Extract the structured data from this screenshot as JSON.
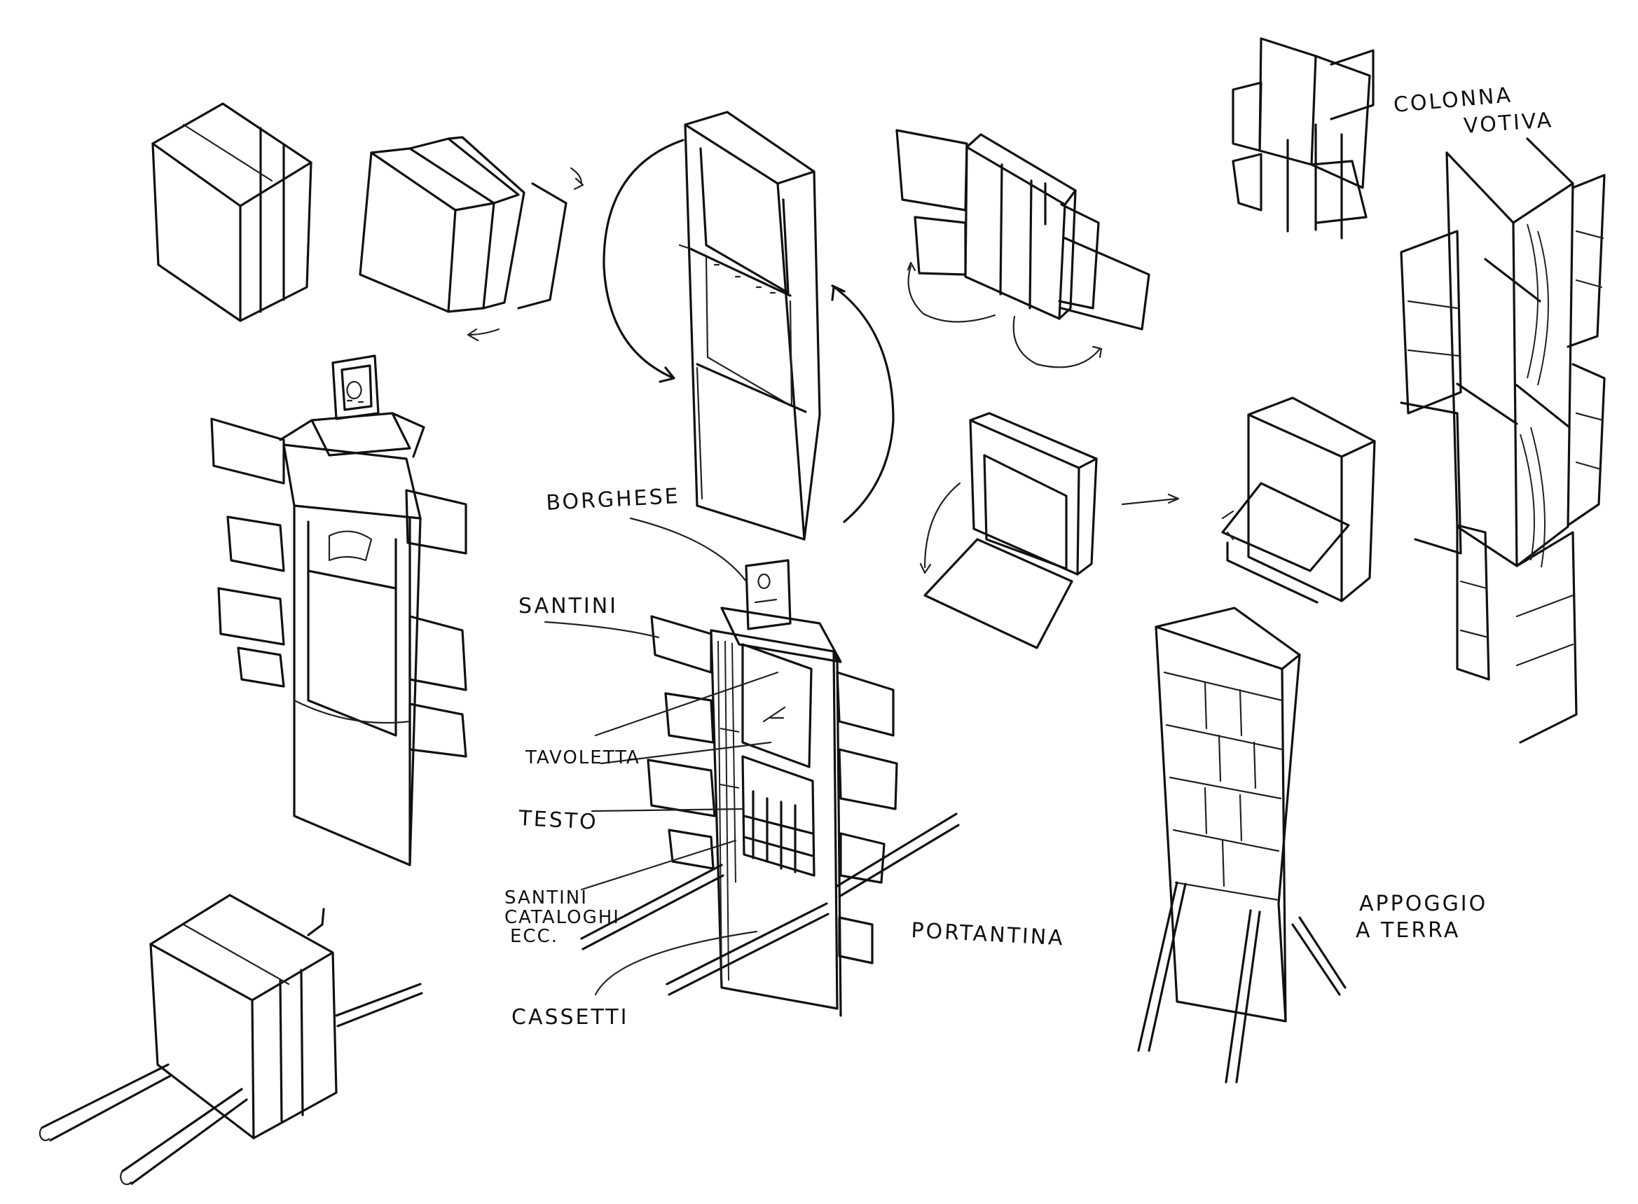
{
  "labels": {
    "colonna": "COLONNA",
    "votiva": "VOTIVA",
    "borghese": "BORGHESE",
    "santini": "SANTINI",
    "tavoletta": "TAVOLETTA",
    "testo": "TESTO",
    "santini_cataloghi_line1": "SANTINI",
    "santini_cataloghi_line2": "CATALOGHI",
    "santini_cataloghi_line3": "ECC.",
    "cassetti": "CASSETTI",
    "portantina": "PORTANTINA",
    "appoggio": "APPOGGIO",
    "a_terra": "A TERRA"
  },
  "colors": {
    "paper": "#ffffff",
    "ink": "#111111"
  }
}
